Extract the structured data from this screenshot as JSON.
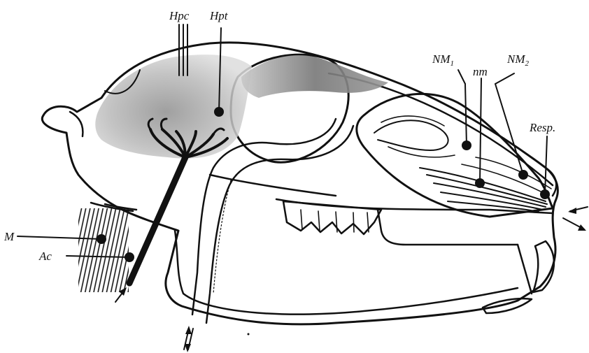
{
  "labels": {
    "hpc": "Hpc",
    "hpt": "Hpt",
    "nm1_main": "NM",
    "nm1_sub": "1",
    "nm": "nm",
    "nm2_main": "NM",
    "nm2_sub": "2",
    "resp": "Resp.",
    "m": "M",
    "ac": "Ac"
  },
  "colors": {
    "ink": "#111111",
    "shading": "#9a9a9a",
    "background": "#ffffff"
  },
  "icons": {
    "air_flow": "double-arrow-icon"
  }
}
